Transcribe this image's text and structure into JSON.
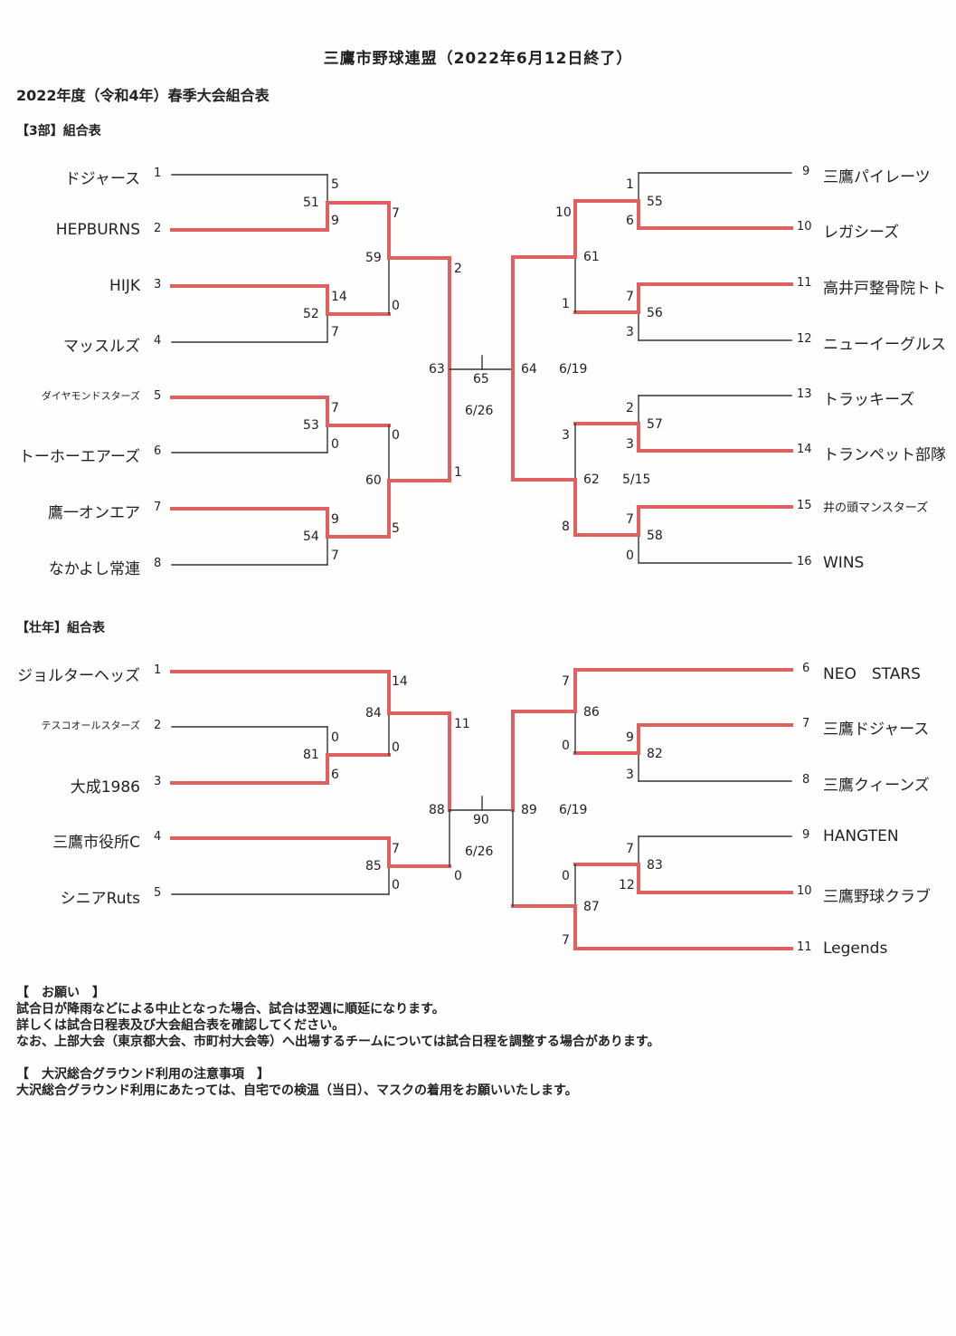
{
  "title": "三鷹市野球連盟（2022年6月12日終了）",
  "subtitle": "2022年度（令和4年）春季大会組合表",
  "colors": {
    "winner_line": "#e06060",
    "line": "#333333"
  },
  "division3": {
    "heading": "【3部】組合表",
    "teams_left": [
      {
        "no": "1",
        "name": "ドジャース",
        "small": false
      },
      {
        "no": "2",
        "name": "HEPBURNS",
        "small": false
      },
      {
        "no": "3",
        "name": "HIJK",
        "small": false
      },
      {
        "no": "4",
        "name": "マッスルズ",
        "small": false
      },
      {
        "no": "5",
        "name": "ダイヤモンドスターズ",
        "small": true
      },
      {
        "no": "6",
        "name": "トーホーエアーズ",
        "small": false
      },
      {
        "no": "7",
        "name": "鷹一オンエア",
        "small": false
      },
      {
        "no": "8",
        "name": "なかよし常連",
        "small": false
      }
    ],
    "teams_right": [
      {
        "no": "9",
        "name": "三鷹パイレーツ",
        "small": false
      },
      {
        "no": "10",
        "name": "レガシーズ",
        "small": false
      },
      {
        "no": "11",
        "name": "高井戸整骨院トト",
        "small": false
      },
      {
        "no": "12",
        "name": "ニューイーグルス",
        "small": false
      },
      {
        "no": "13",
        "name": "トラッキーズ",
        "small": false
      },
      {
        "no": "14",
        "name": "トランペット部隊",
        "small": false
      },
      {
        "no": "15",
        "name": "井の頭マンスターズ",
        "small": true
      },
      {
        "no": "16",
        "name": "WINS",
        "small": false
      }
    ],
    "labels": {
      "s1": "5",
      "s2": "9",
      "m51": "51",
      "s3": "14",
      "s4": "7",
      "m52": "52",
      "s5": "7",
      "s6": "0",
      "m53": "53",
      "s7": "9",
      "s8": "7",
      "m54": "54",
      "w51": "7",
      "w52": "0",
      "m59": "59",
      "w53": "0",
      "w54": "5",
      "m60": "60",
      "w59": "2",
      "w60": "1",
      "m63": "63",
      "final": "65",
      "final_date": "6/26",
      "s9": "1",
      "s10": "6",
      "m55": "55",
      "s11": "7",
      "s12": "3",
      "m56": "56",
      "s13": "2",
      "s14": "3",
      "m57": "57",
      "s15": "7",
      "s16": "0",
      "m58": "58",
      "w55": "10",
      "w56": "1",
      "m61": "61",
      "w57": "3",
      "w58": "8",
      "m62": "62",
      "date62": "5/15",
      "m64": "64",
      "date64": "6/19"
    }
  },
  "veteran": {
    "heading": "【壮年】組合表",
    "teams_left": [
      {
        "no": "1",
        "name": "ジョルターヘッズ",
        "small": false
      },
      {
        "no": "2",
        "name": "テスコオールスターズ",
        "small": true
      },
      {
        "no": "3",
        "name": "大成1986",
        "small": false
      },
      {
        "no": "4",
        "name": "三鷹市役所C",
        "small": false
      },
      {
        "no": "5",
        "name": "シニアRuts",
        "small": false
      }
    ],
    "teams_right": [
      {
        "no": "6",
        "name": "NEO　STARS",
        "small": false
      },
      {
        "no": "7",
        "name": "三鷹ドジャース",
        "small": false
      },
      {
        "no": "8",
        "name": "三鷹クィーンズ",
        "small": false
      },
      {
        "no": "9",
        "name": "HANGTEN",
        "small": false
      },
      {
        "no": "10",
        "name": "三鷹野球クラブ",
        "small": false
      },
      {
        "no": "11",
        "name": "Legends",
        "small": false
      }
    ],
    "labels": {
      "s1": "14",
      "s2": "0",
      "s3": "6",
      "m81": "81",
      "w81": "0",
      "m84": "84",
      "s4": "7",
      "s5": "0",
      "m85": "85",
      "w84": "11",
      "w85": "0",
      "m88": "88",
      "final": "90",
      "final_date": "6/26",
      "s6": "7",
      "s7": "9",
      "s8": "3",
      "m82": "82",
      "w82": "0",
      "m86": "86",
      "s9": "7",
      "s10": "12",
      "m83": "83",
      "w83": "0",
      "s11": "7",
      "m87": "87",
      "m89": "89",
      "date89": "6/19"
    }
  },
  "notes": {
    "request_heading": "【　お願い　】",
    "request_lines": [
      "試合日が降雨などによる中止となった場合、試合は翌週に順延になります。",
      "詳しくは試合日程表及び大会組合表を確認してください。",
      "なお、上部大会（東京都大会、市町村大会等）へ出場するチームについては試合日程を調整する場合があります。"
    ],
    "ground_heading": "【　大沢総合グラウンド利用の注意事項　】",
    "ground_lines": [
      "大沢総合グラウンド利用にあたっては、自宅での検温（当日）、マスクの着用をお願いいたします。"
    ]
  }
}
